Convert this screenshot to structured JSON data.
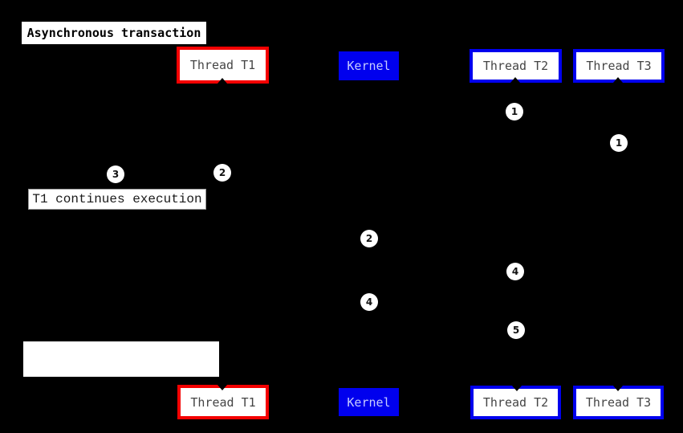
{
  "diagram": {
    "title": "Asynchronous transaction",
    "participants": [
      {
        "label": "Thread T1",
        "accent": "#f40000",
        "fill": "#ffffff"
      },
      {
        "label": "Kernel",
        "accent": "#0000ee",
        "fill": "#0000ee"
      },
      {
        "label": "Thread T2",
        "accent": "#0000ee",
        "fill": "#ffffff"
      },
      {
        "label": "Thread T3",
        "accent": "#0000ee",
        "fill": "#ffffff"
      }
    ],
    "notes": [
      {
        "text": "T1 continues execution"
      },
      {
        "text": ""
      }
    ],
    "markers": [
      {
        "label": "1",
        "lifeline": "Thread T2"
      },
      {
        "label": "1",
        "lifeline": "Thread T3"
      },
      {
        "label": "2",
        "lifeline": "Thread T1"
      },
      {
        "label": "3",
        "lifeline": "left-of-Thread T1"
      },
      {
        "label": "2",
        "lifeline": "Kernel"
      },
      {
        "label": "4",
        "lifeline": "Thread T2"
      },
      {
        "label": "4",
        "lifeline": "Kernel"
      },
      {
        "label": "5",
        "lifeline": "Thread T2"
      }
    ],
    "colors": {
      "background": "#000000",
      "thread_t1_border": "#f40000",
      "thread_blue_border": "#0000ee",
      "kernel_fill": "#0000ee",
      "kernel_text": "#c6ccff",
      "box_fill": "#ffffff",
      "box_text": "#454545",
      "marker_fill": "#ffffff",
      "marker_text": "#111111",
      "note_fill": "#ffffff",
      "note_text": "#1a1a1a",
      "title_text": "#000000"
    }
  }
}
